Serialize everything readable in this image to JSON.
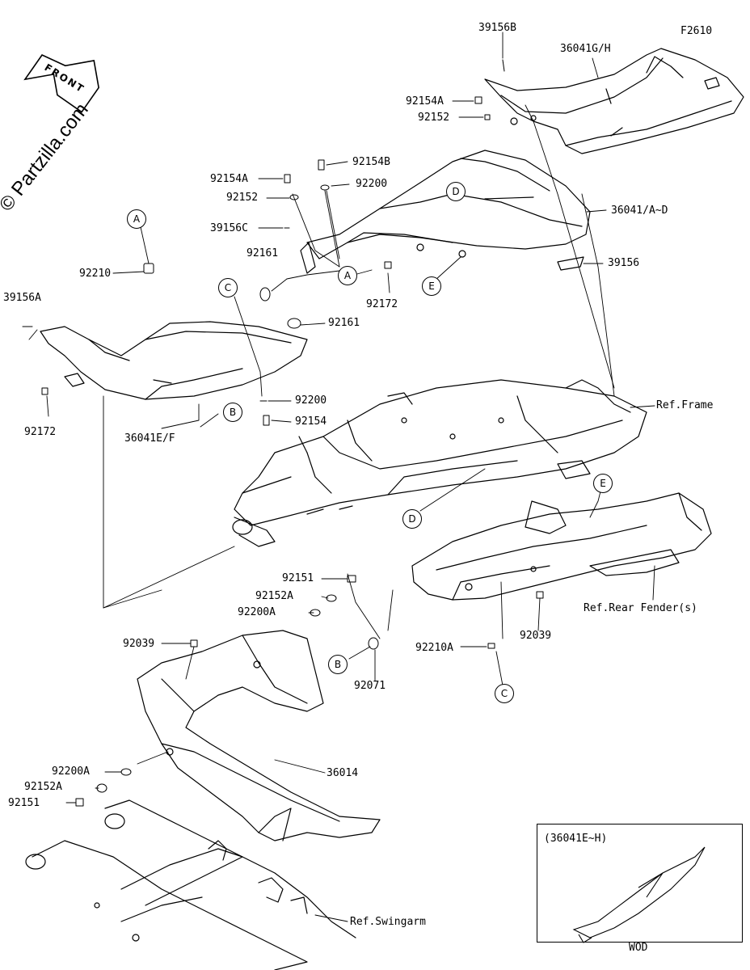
{
  "figure_id": "F2610",
  "watermark": "© Partzilla.com",
  "front_label": "FRONT",
  "callouts": {
    "a_top": "A",
    "a_mid": "A",
    "b_left": "B",
    "b_low": "B",
    "c_left": "C",
    "c_low": "C",
    "d_top": "D",
    "d_mid": "D",
    "e_top": "E",
    "e_mid": "E"
  },
  "parts": {
    "p39156B": "39156B",
    "p36041GH": "36041G/H",
    "p92154A_top": "92154A",
    "p92152_top": "92152",
    "p92154B": "92154B",
    "p92154A_left": "92154A",
    "p92200_top": "92200",
    "p92152_left": "92152",
    "p36041AD": "36041/A~D",
    "p39156C": "39156C",
    "p92161_a": "92161",
    "p39156": "39156",
    "p92210": "92210",
    "p92172_mid": "92172",
    "p39156A": "39156A",
    "p92161_b": "92161",
    "p92200_mid": "92200",
    "p92154": "92154",
    "p92172_left": "92172",
    "p36041EF": "36041E/F",
    "p92151_a": "92151",
    "p92152A_a": "92152A",
    "p92200A_a": "92200A",
    "p92039_left": "92039",
    "p92039_right": "92039",
    "p92210A": "92210A",
    "p92071": "92071",
    "p92200A_b": "92200A",
    "p92152A_b": "92152A",
    "p92151_b": "92151",
    "p36014": "36014"
  },
  "refs": {
    "frame": "Ref.Frame",
    "rear_fender": "Ref.Rear Fender(s)",
    "swingarm": "Ref.Swingarm"
  },
  "inset": {
    "title": "(36041E~H)",
    "caption": "WOD"
  }
}
